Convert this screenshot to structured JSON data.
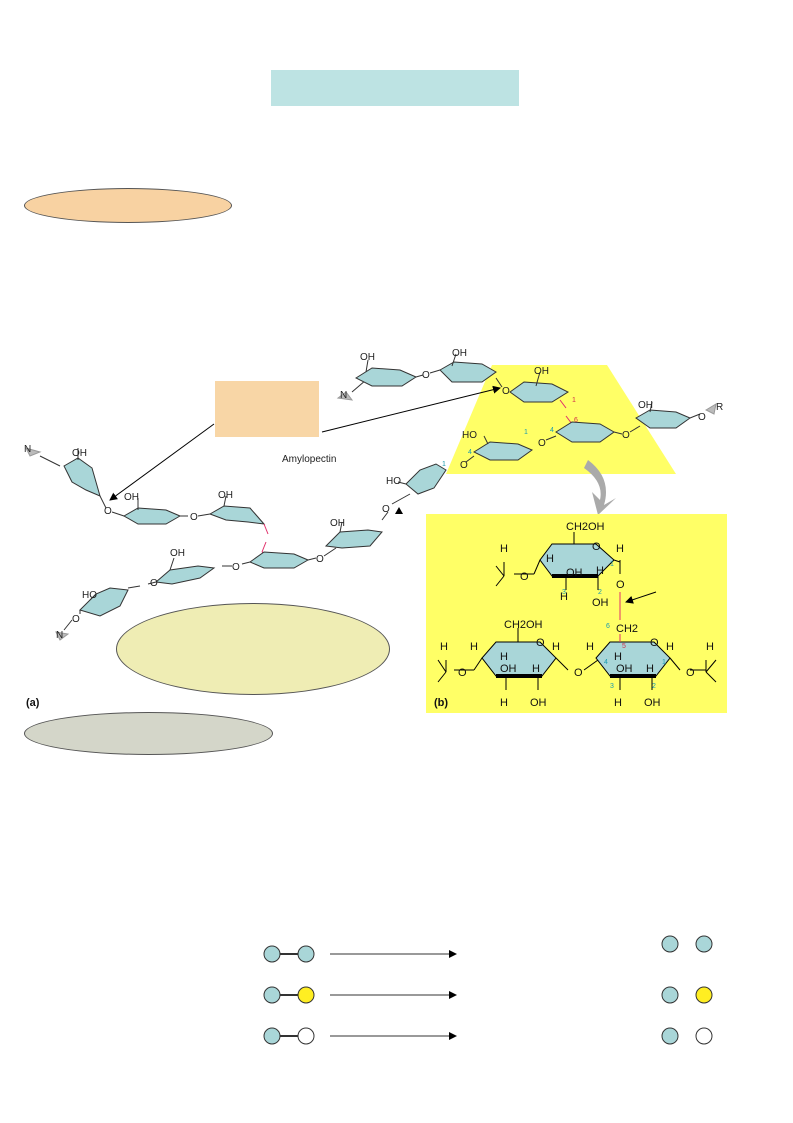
{
  "diagram": {
    "amylopectin_label": "Amylopectin",
    "panel_a_label": "(a)",
    "panel_b_label": "(b)",
    "chain_end_nonreducing": "N",
    "chain_end_reducing": "R",
    "colors": {
      "ring_fill": "#a9d6d8",
      "highlight_yellow": "#ffff66",
      "branch_bond": "#e0306a",
      "arrow_gray": "#aaaaaa"
    },
    "structure": {
      "oh": "OH",
      "ch2oh": "CH2OH",
      "ch2": "CH2",
      "h": "H",
      "o": "O",
      "ho": "HO",
      "positions": [
        "1",
        "2",
        "3",
        "4",
        "5",
        "6"
      ]
    }
  },
  "legend": {
    "rows": [
      {
        "left_a": "blue",
        "left_b": "blue"
      },
      {
        "left_a": "blue",
        "left_b": "yellow"
      },
      {
        "left_a": "blue",
        "left_b": "white"
      }
    ]
  }
}
